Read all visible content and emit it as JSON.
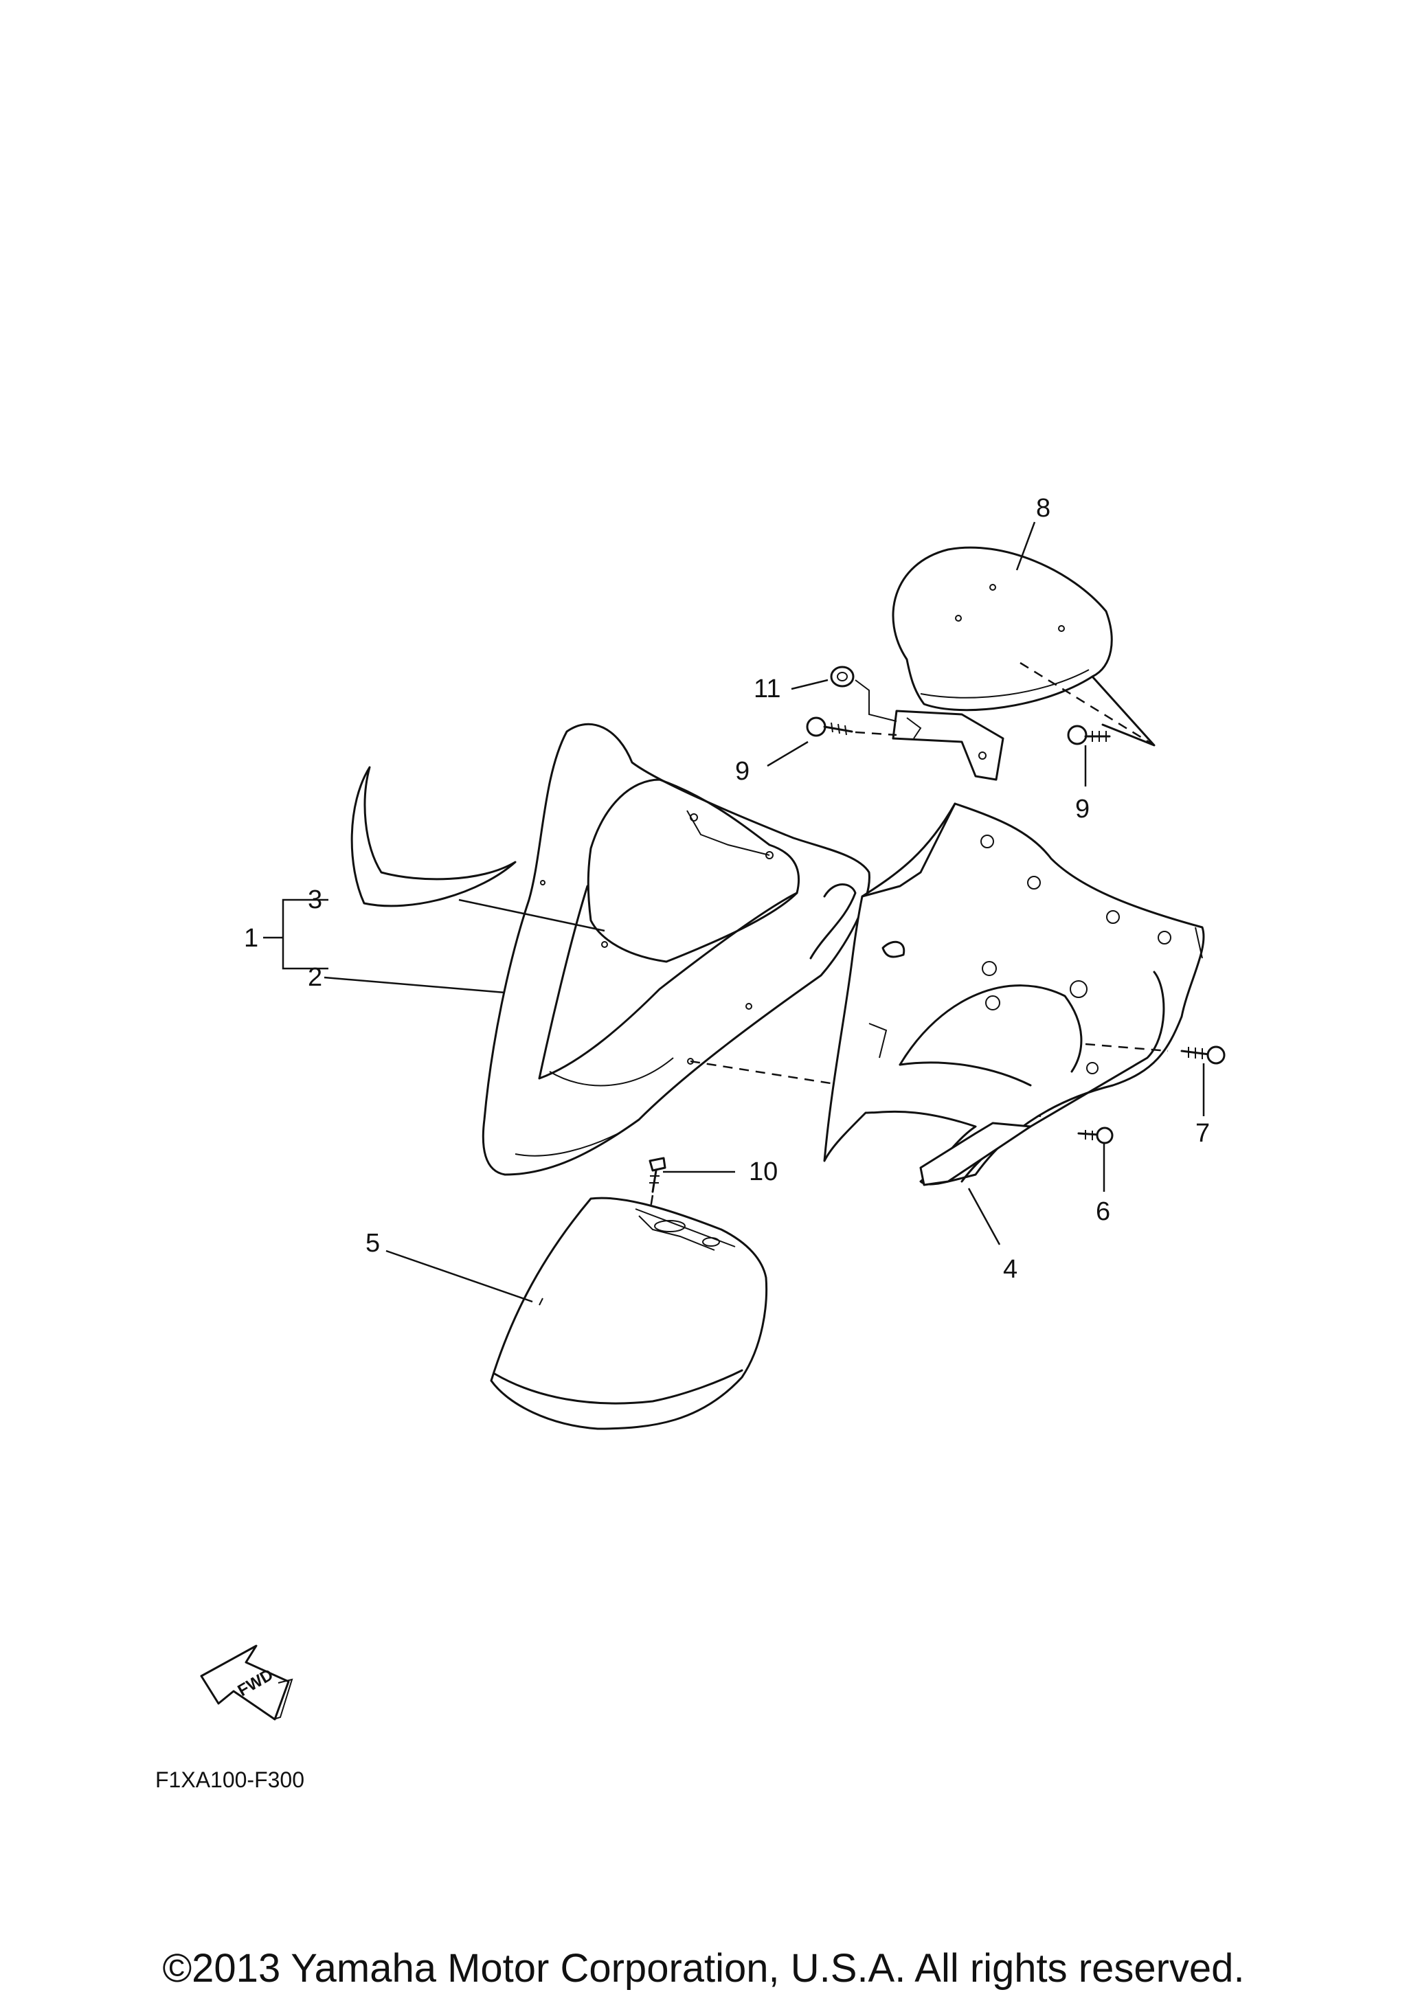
{
  "callouts": {
    "c1": "1",
    "c2": "2",
    "c3": "3",
    "c4": "4",
    "c5": "5",
    "c6": "6",
    "c7": "7",
    "c8": "8",
    "c9a": "9",
    "c9b": "9",
    "c10": "10",
    "c11": "11"
  },
  "fwd_label": "FWD",
  "diagram_code": "F1XA100-F300",
  "copyright": "©2013 Yamaha Motor Corporation, U.S.A. All rights reserved."
}
